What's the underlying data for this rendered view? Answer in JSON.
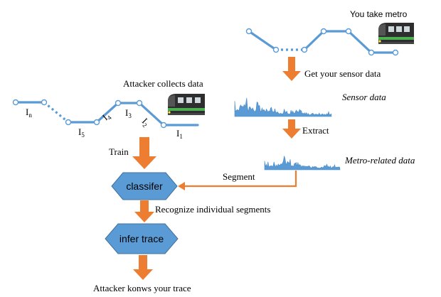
{
  "labels": {
    "you_take_metro": "You take metro",
    "get_sensor_data": "Get your sensor data",
    "sensor_data": "Sensor data",
    "extract": "Extract",
    "metro_related_data": "Metro-related data",
    "segment": "Segment",
    "attacker_collects": "Attacker collects data",
    "train": "Train",
    "classifier": "classifer",
    "recognize": "Recognize individual segments",
    "infer_trace": "infer trace",
    "attacker_knows": "Attacker konws your trace"
  },
  "interval_labels": [
    {
      "base": "I",
      "sub": "n"
    },
    {
      "base": "I",
      "sub": "5"
    },
    {
      "base": "I",
      "sub": "4"
    },
    {
      "base": "I",
      "sub": "3"
    },
    {
      "base": "I",
      "sub": "2"
    },
    {
      "base": "I",
      "sub": "1"
    }
  ],
  "colors": {
    "track": "#5b9bd5",
    "arrow": "#ed7d31",
    "process_box": "#5b9bd5",
    "train_body": "#2e2e2e",
    "train_stripe": "#4caf50"
  },
  "icons": {
    "train": "metro-train-icon"
  }
}
